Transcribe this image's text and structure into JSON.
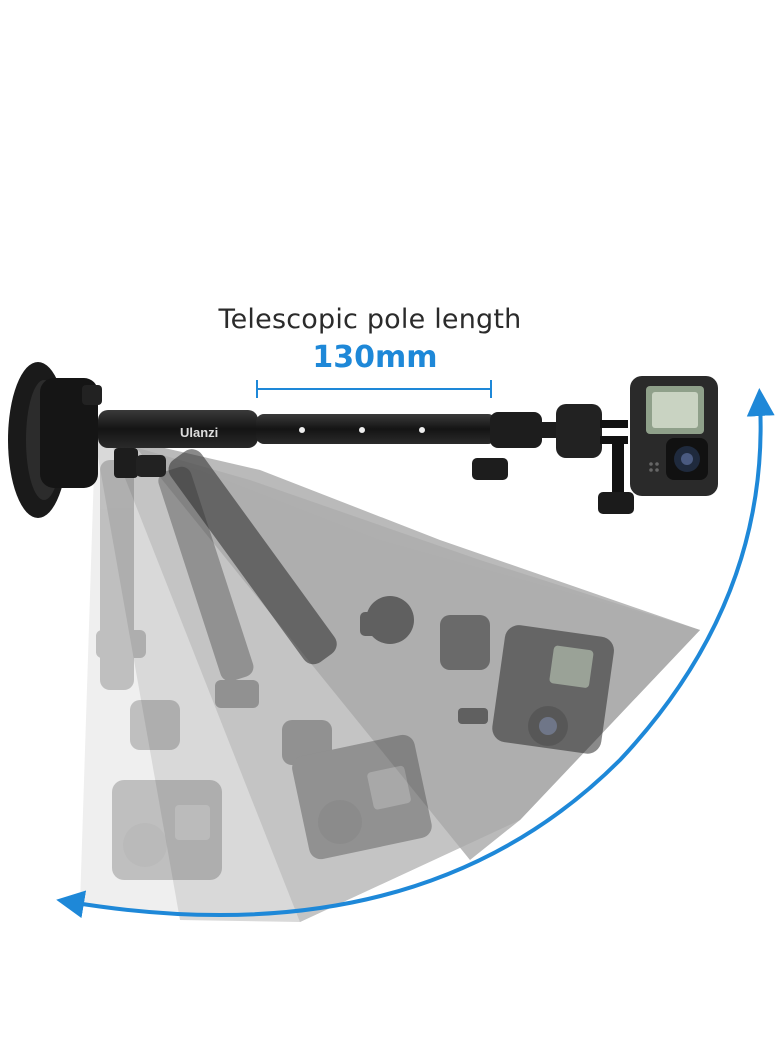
{
  "caption": {
    "title": "Telescopic pole length",
    "value": "130mm"
  },
  "brand_text": "Ulanzi",
  "colors": {
    "accent": "#1e88d8",
    "arc": "#1e88d8",
    "sweep_dark": "#a9a9a9",
    "sweep_mid": "#c7c7c7",
    "sweep_light": "#e6e6e6",
    "pole": "#1c1c1c",
    "text": "#2b2b2b"
  },
  "icons": {
    "suction_cup": "suction-cup-icon",
    "camera": "action-camera-icon",
    "arc_arrow": "double-arrow-arc-icon"
  }
}
